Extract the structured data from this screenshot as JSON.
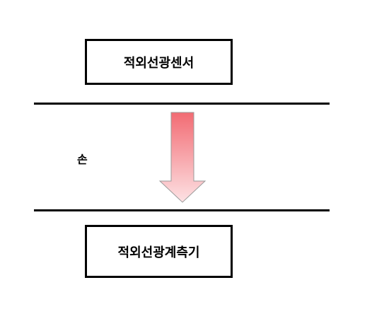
{
  "diagram": {
    "top_box_label": "적외선광센서",
    "bottom_box_label": "적외선광계측기",
    "hand_label": "손",
    "arrow_direction": "down",
    "arrow_gradient": [
      "#f26b73",
      "#fde2e4"
    ]
  }
}
